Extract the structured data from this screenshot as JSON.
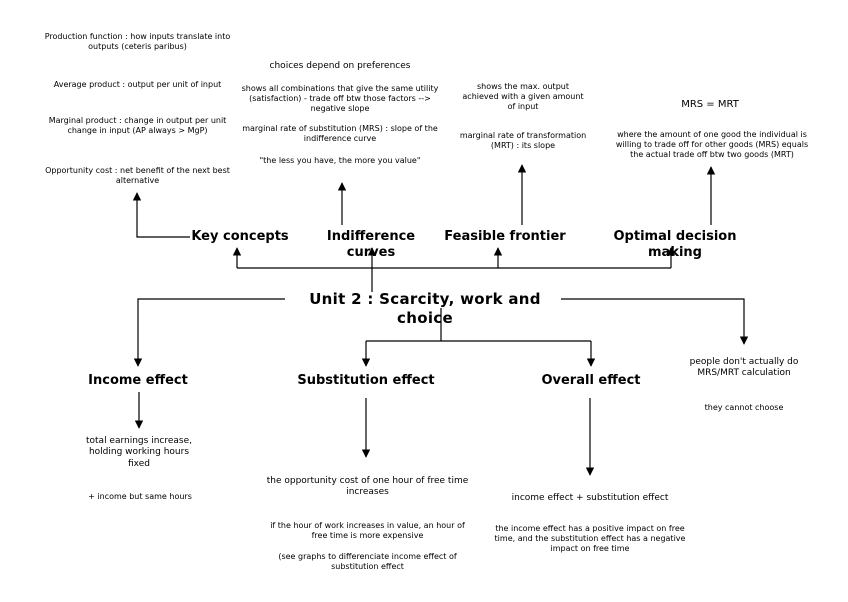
{
  "title": "Unit 2 : Scarcity, work and choice",
  "top": {
    "key_concepts": {
      "heading": "Key concepts",
      "items": [
        "Production function : how inputs translate into outputs (ceteris paribus)",
        "Average product : output per unit of input",
        "Marginal product : change in output per unit change in input (AP always > MgP)",
        "Opportunity cost : net benefit of the next best alternative"
      ]
    },
    "indifference_curves": {
      "heading": "Indifference curves",
      "note": "choices depend on preferences",
      "items": [
        "shows all combinations that give the same utility (satisfaction) - trade off btw those factors --> negative slope",
        "marginal rate of substitution (MRS) : slope of the indifference curve",
        "\"the less you have, the more you value\""
      ]
    },
    "feasible_frontier": {
      "heading": "Feasible frontier",
      "items": [
        "shows the max. output achieved with a given amount of input",
        "marginal rate of transformation (MRT) : its slope"
      ]
    },
    "optimal_decision": {
      "heading": "Optimal decision making",
      "formula": "MRS = MRT",
      "description": "where the amount of one good the individual is willing to trade off for other goods (MRS) equals the actual trade off btw two goods (MRT)"
    }
  },
  "bottom": {
    "income_effect": {
      "heading": "Income effect",
      "detail": "total earnings increase, holding working hours fixed",
      "note": "+ income but same hours"
    },
    "substitution_effect": {
      "heading": "Substitution effect",
      "detail": "the opportunity cost of one hour of free time increases",
      "note1": "if the hour of work increases in value, an hour of free time is more expensive",
      "note2": "(see graphs to differenciate income effect of substitution effect"
    },
    "overall_effect": {
      "heading": "Overall effect",
      "detail": "income effect + substitution effect",
      "note": "the income effect has a positive impact on free time, and the substitution effect has a negative impact on free time"
    },
    "no_calculation": {
      "detail": "people don't actually do MRS/MRT calculation",
      "note": "they cannot choose"
    }
  }
}
